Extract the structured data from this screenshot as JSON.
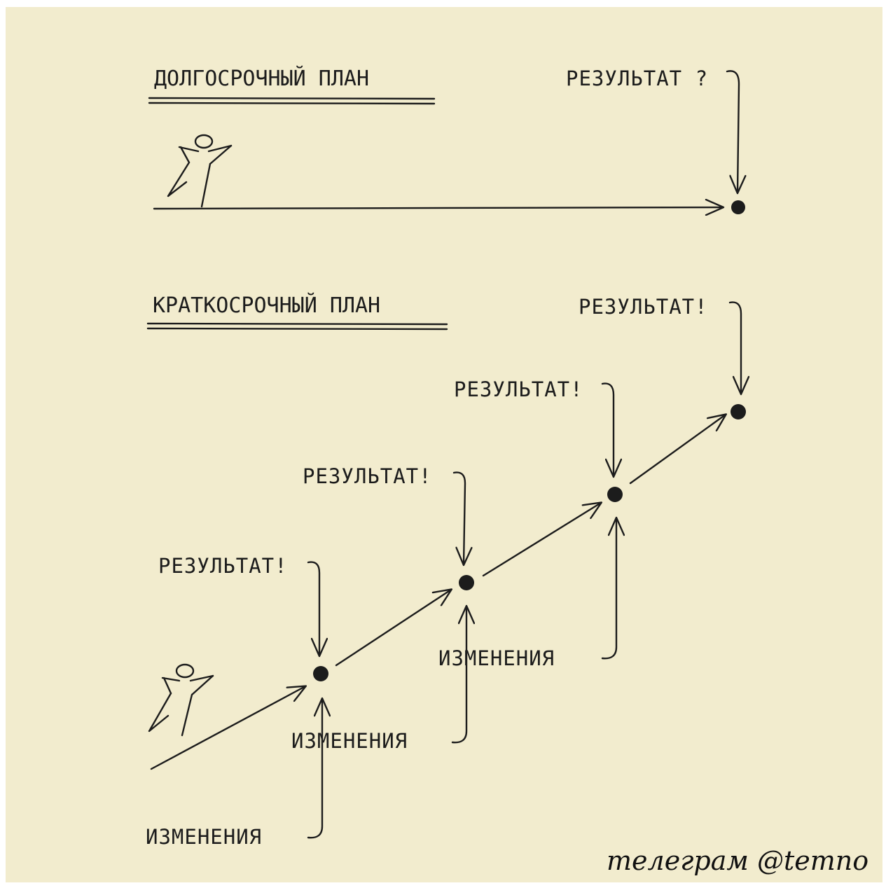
{
  "long_term": {
    "title": "ДОЛГОСРОЧНЫЙ ПЛАН",
    "result_label": "РЕЗУЛЬТАТ ?"
  },
  "short_term": {
    "title": "КРАТКОСРОЧНЫЙ ПЛАН",
    "steps": [
      {
        "result_label": "РЕЗУЛЬТАТ!",
        "change_label": "ИЗМЕНЕНИЯ"
      },
      {
        "result_label": "РЕЗУЛЬТАТ!",
        "change_label": "ИЗМЕНЕНИЯ"
      },
      {
        "result_label": "РЕЗУЛЬТАТ!",
        "change_label": "ИЗМЕНЕНИЯ"
      },
      {
        "result_label": "РЕЗУЛЬТАТ!"
      }
    ]
  },
  "credit": "телеграм @temno",
  "colors": {
    "paper": "#f2ecce",
    "ink": "#1c1c1c",
    "frame": "#ffffff"
  }
}
